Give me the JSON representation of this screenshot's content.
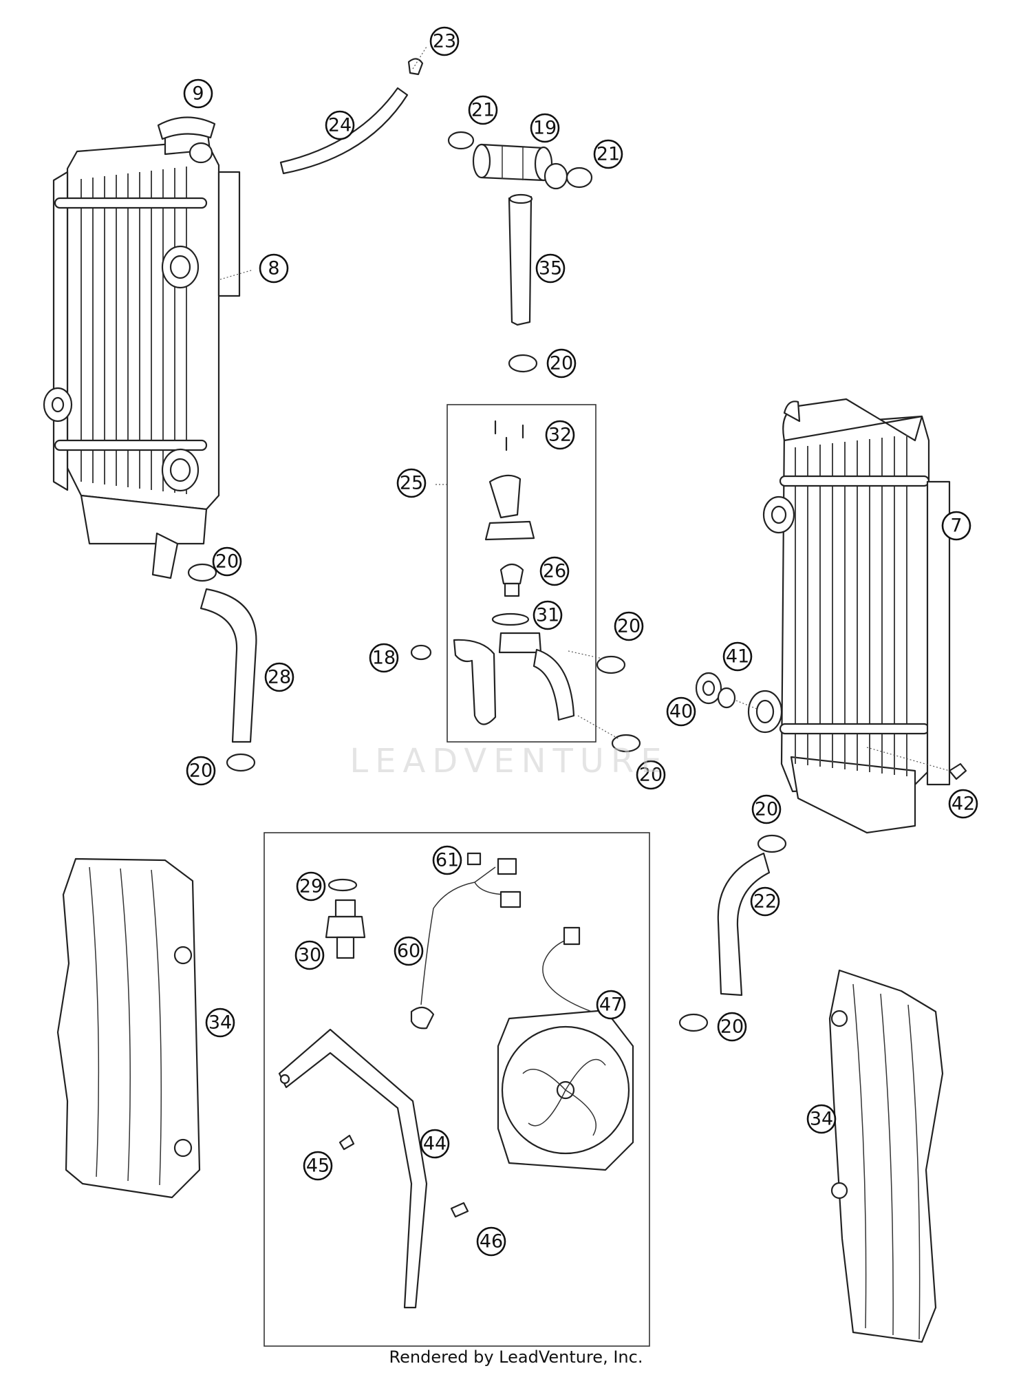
{
  "watermark": "LEADVENTURE",
  "footer": "Rendered by LeadVenture, Inc.",
  "callouts": [
    "9",
    "8",
    "24",
    "23",
    "21",
    "19",
    "21",
    "35",
    "20",
    "32",
    "25",
    "26",
    "31",
    "20",
    "18",
    "7",
    "41",
    "40",
    "42",
    "20",
    "28",
    "20",
    "20",
    "20",
    "22",
    "29",
    "30",
    "61",
    "60",
    "47",
    "34",
    "34",
    "44",
    "45",
    "46",
    "20"
  ]
}
